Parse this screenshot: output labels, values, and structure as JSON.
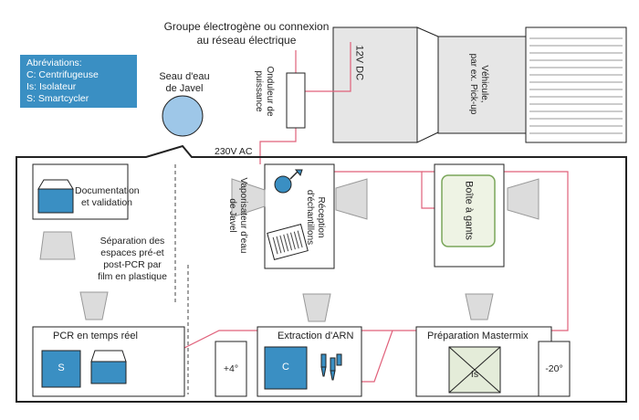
{
  "title": {
    "line1": "Groupe électrogène ou connexion",
    "line2": "au réseau électrique"
  },
  "abbreviations": {
    "heading": "Abréviations:",
    "items": [
      "C: Centrifugeuse",
      "Is: Isolateur",
      "S: Smartcycler"
    ]
  },
  "bleach_bucket": {
    "line1": "Seau d'eau",
    "line2": "de Javel"
  },
  "inverter": {
    "line1": "Onduleur de",
    "line2": "puissance"
  },
  "vehicle_dc": "12V DC",
  "vehicle": {
    "line1": "Véhicule,",
    "line2": "par ex. Pick-up"
  },
  "ac_label": "230V AC",
  "documentation": {
    "line1": "Documentation",
    "line2": "et validation"
  },
  "separation": {
    "lines": [
      "Séparation des",
      "espaces pré-et",
      "post-PCR par",
      "film en plastique"
    ]
  },
  "sprayer": {
    "line1": "Vaporisateur d'eau",
    "line2": "de Javel"
  },
  "sample_reception": {
    "line1": "Réception",
    "line2": "d'échantillons"
  },
  "glovebox": "Boîte à gants",
  "pcr": {
    "title": "PCR en temps réel",
    "smartcycler": "S"
  },
  "fridge": "+4°",
  "rna": {
    "title": "Extraction d'ARN",
    "centrifuge": "C"
  },
  "mastermix": {
    "title": "Préparation Mastermix",
    "isolator": "Is"
  },
  "freezer": "-20°",
  "colors": {
    "accent_blue": "#3a8fc3",
    "power_line": "#e0607a",
    "glovebox_green": "#7aa65a",
    "glovebox_fill": "#eef3e4",
    "isolator_fill": "#e4ecd9",
    "lamp_gray": "#dcdcdc"
  }
}
